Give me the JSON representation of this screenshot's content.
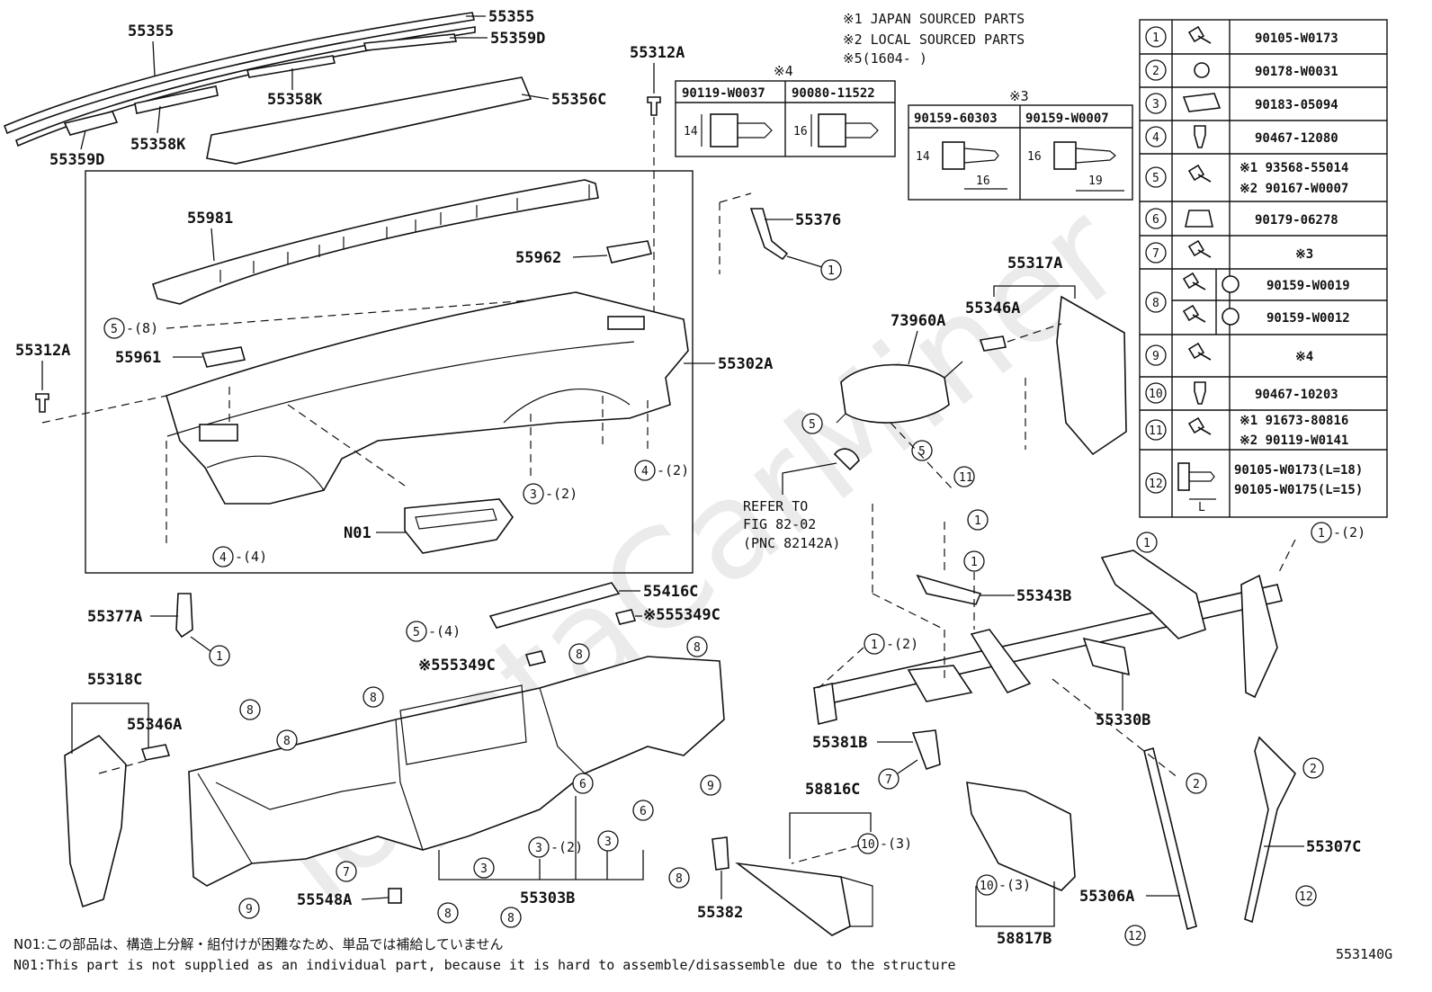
{
  "notes": {
    "n1": "※1 JAPAN SOURCED PARTS",
    "n2": "※2 LOCAL SOURCED PARTS",
    "n5": "※5(1604-    )"
  },
  "figure_id": "553140G",
  "footer": {
    "jp": "N01:この部品は、構造上分解・組付けが困難なため、単品では補給していません",
    "en": "N01:This part is not supplied as an individual part, because it is hard to assemble/disassemble due to the structure"
  },
  "refer": {
    "l1": "REFER TO",
    "l2": "FIG 82-02",
    "l3": "(PNC 82142A)"
  },
  "clip_box_4": {
    "mark": "※4",
    "col1": "90119-W0037",
    "col2": "90080-11522",
    "dim1": "14",
    "dim2": "16"
  },
  "clip_box_3": {
    "mark": "※3",
    "col1": "90159-60303",
    "col2": "90159-W0007",
    "h1": "14",
    "l1": "16",
    "h2": "16",
    "l2": "19"
  },
  "fastener_table": [
    {
      "no": "1",
      "part": "90105-W0173"
    },
    {
      "no": "2",
      "part": "90178-W0031"
    },
    {
      "no": "3",
      "part": "90183-05094"
    },
    {
      "no": "4",
      "part": "90467-12080"
    },
    {
      "no": "5",
      "part": "※1 93568-55014",
      "part2": "※2 90167-W0007"
    },
    {
      "no": "6",
      "part": "90179-06278"
    },
    {
      "no": "7",
      "part": "※3"
    },
    {
      "no": "8",
      "part": "90159-W0019",
      "part2": "90159-W0012"
    },
    {
      "no": "9",
      "part": "※4"
    },
    {
      "no": "10",
      "part": "90467-10203"
    },
    {
      "no": "11",
      "part": "※1 91673-80816",
      "part2": "※2 90119-W0141"
    },
    {
      "no": "12",
      "part": "90105-W0173(L=18)",
      "part2": "90105-W0175(L=15)",
      "dim": "L"
    }
  ],
  "labels": {
    "p55355a": "55355",
    "p55355b": "55355",
    "p55359Da": "55359D",
    "p55359Db": "55359D",
    "p55358Ka": "55358K",
    "p55358Kb": "55358K",
    "p55356C": "55356C",
    "p55312Aa": "55312A",
    "p55312Ab": "55312A",
    "p55981": "55981",
    "p55962": "55962",
    "p55961": "55961",
    "p55302A": "55302A",
    "pN01": "N01",
    "p55376": "55376",
    "p73960A": "73960A",
    "p55317A": "55317A",
    "p55346Aa": "55346A",
    "p55346Ab": "55346A",
    "p55416C": "55416C",
    "p55349Ca": "※555349C",
    "p55349Cb": "※555349C",
    "p55377A": "55377A",
    "p55318C": "55318C",
    "p55343B": "55343B",
    "p55330B": "55330B",
    "p55381B": "55381B",
    "p58816C": "58816C",
    "p55548A": "55548A",
    "p55303B": "55303B",
    "p55382": "55382",
    "p58817B": "58817B",
    "p55306A": "55306A",
    "p55307C": "55307C"
  },
  "qty": {
    "q8": "-(8)",
    "q2": "-(2)",
    "q4": "-(4)",
    "q3": "-(3)"
  }
}
